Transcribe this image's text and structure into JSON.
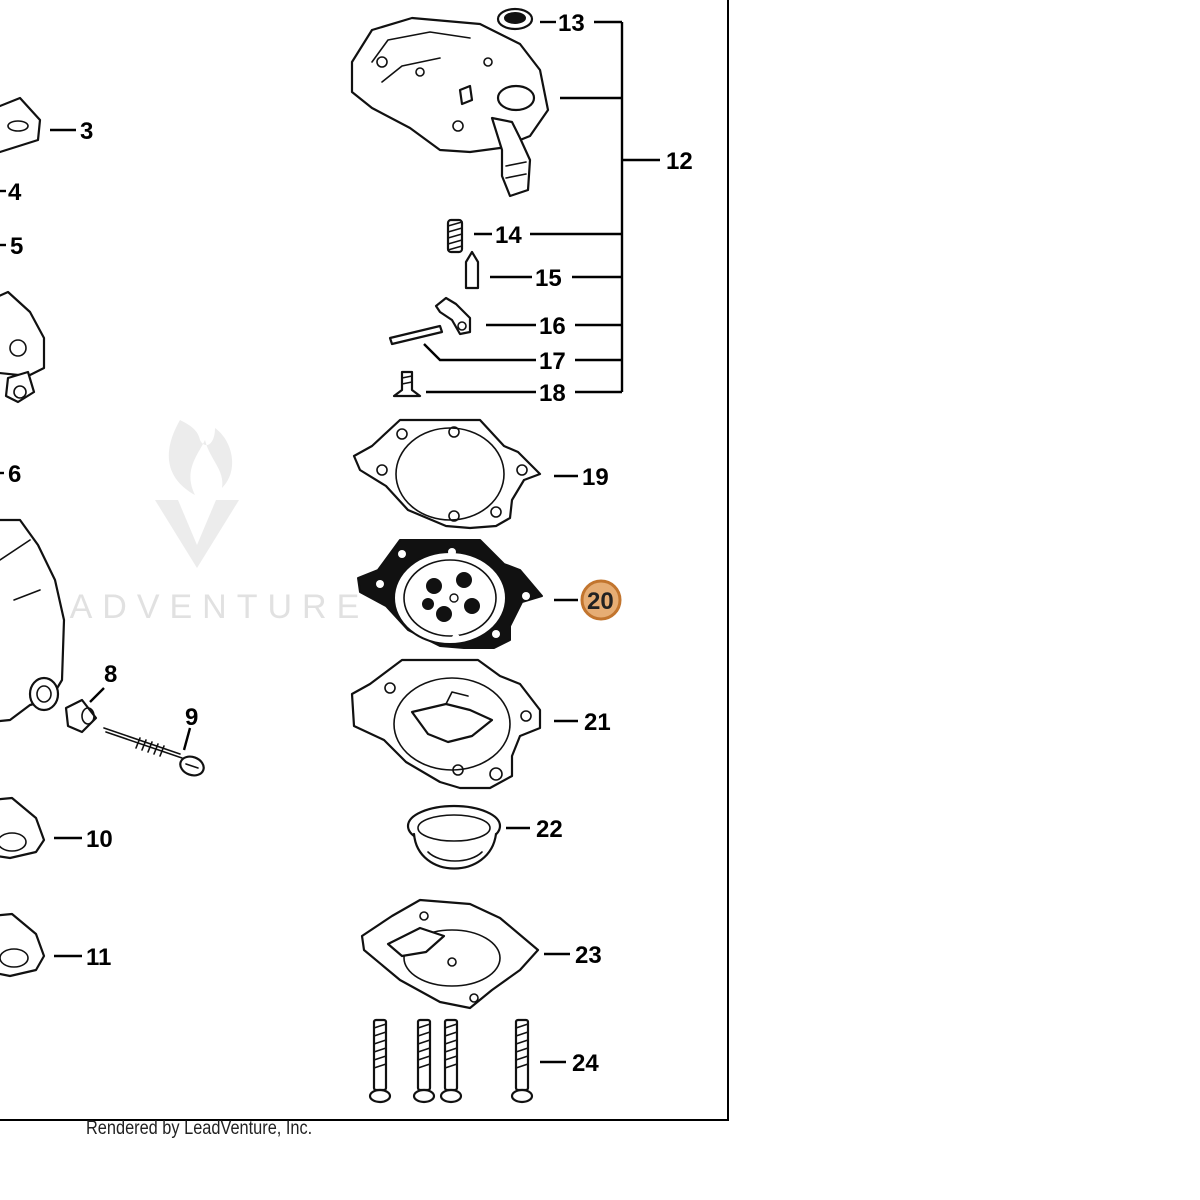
{
  "watermark": {
    "text": "LEADVENTURE"
  },
  "credit": {
    "text": "Rendered by LeadVenture, Inc."
  },
  "highlighted_callout": "20",
  "colors": {
    "highlight_fill": "#e6ad74",
    "highlight_stroke": "#c2752e"
  },
  "callouts": {
    "c3": "3",
    "c4": "4",
    "c5": "5",
    "c6": "6",
    "c8": "8",
    "c9": "9",
    "c10": "10",
    "c11": "11",
    "c12": "12",
    "c13": "13",
    "c14": "14",
    "c15": "15",
    "c16": "16",
    "c17": "17",
    "c18": "18",
    "c19": "19",
    "c20": "20",
    "c21": "21",
    "c22": "22",
    "c23": "23",
    "c24": "24"
  }
}
